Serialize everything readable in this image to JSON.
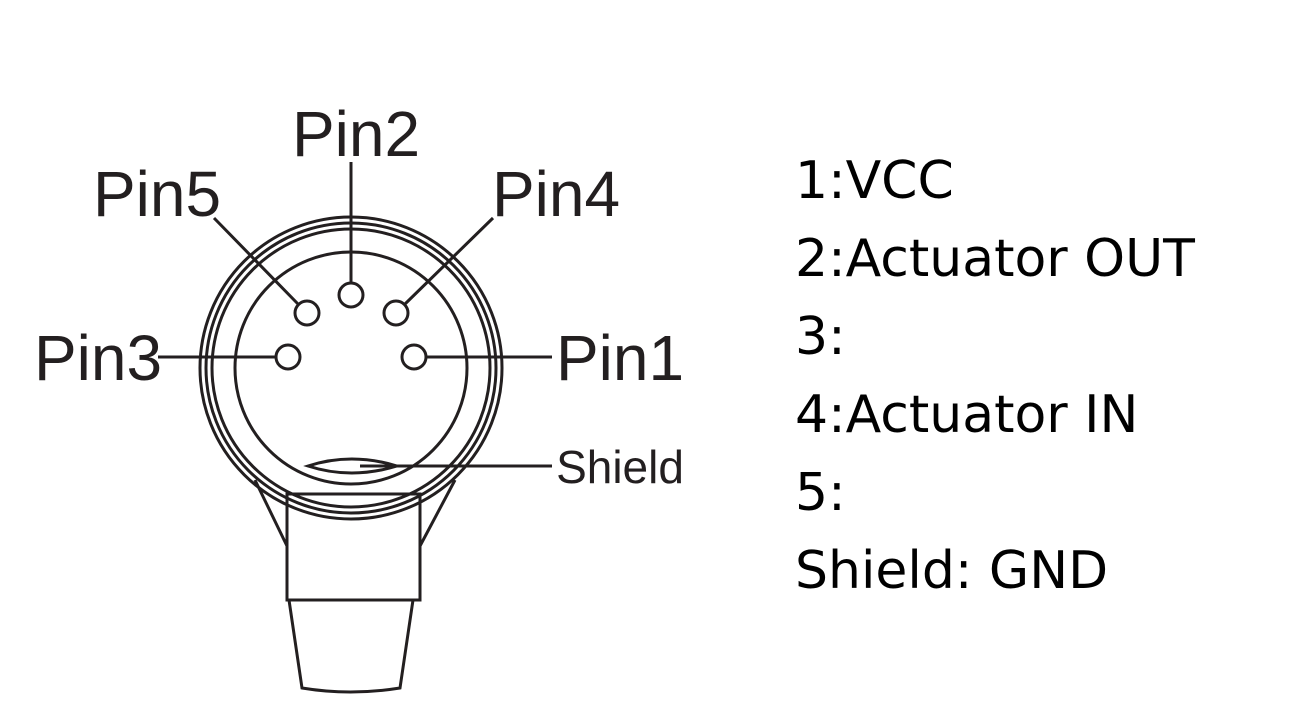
{
  "connector": {
    "pins": [
      {
        "id": "pin1",
        "label": "Pin1"
      },
      {
        "id": "pin2",
        "label": "Pin2"
      },
      {
        "id": "pin3",
        "label": "Pin3"
      },
      {
        "id": "pin4",
        "label": "Pin4"
      },
      {
        "id": "pin5",
        "label": "Pin5"
      }
    ],
    "shield_label": "Shield"
  },
  "legend": [
    "1:VCC",
    "2:Actuator OUT",
    "3:",
    "4:Actuator IN",
    "5:",
    "Shield: GND"
  ]
}
